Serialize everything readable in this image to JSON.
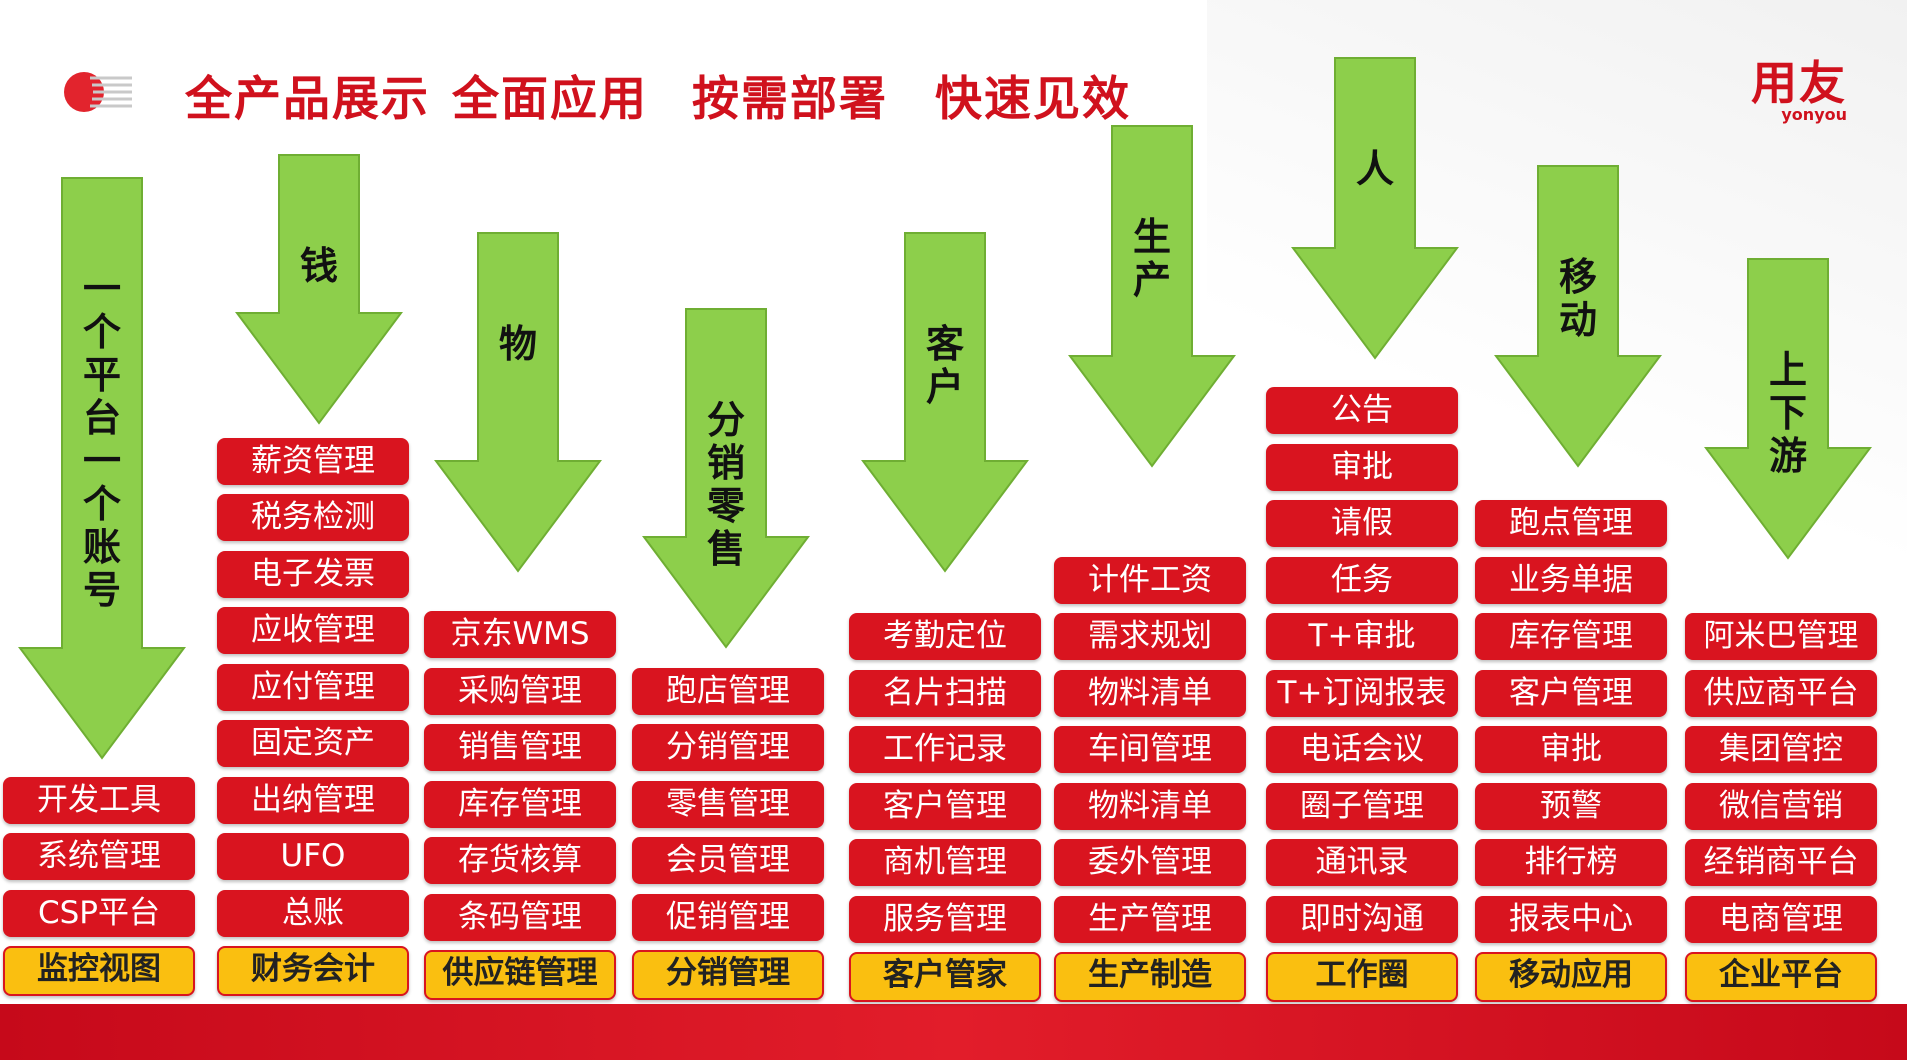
{
  "header": {
    "headline": [
      "全产品展示",
      "全面应用",
      "按需部署",
      "快速见效"
    ],
    "brand_name": "用友",
    "brand_sub": "yonyou"
  },
  "colors": {
    "red": "#d9141f",
    "gold": "#fabf10",
    "arrow_green": "#8dcf4b",
    "headline_red": "#d0111d"
  },
  "columns": [
    {
      "arrow_label": "一个平台一个账号",
      "items": [
        "开发工具",
        "系统管理",
        "CSP平台"
      ],
      "footer": "监控视图"
    },
    {
      "arrow_label": "钱",
      "items": [
        "薪资管理",
        "税务检测",
        "电子发票",
        "应收管理",
        "应付管理",
        "固定资产",
        "出纳管理",
        "UFO",
        "总账"
      ],
      "footer": "财务会计"
    },
    {
      "arrow_label": "物",
      "items": [
        "京东WMS",
        "采购管理",
        "销售管理",
        "库存管理",
        "存货核算",
        "条码管理"
      ],
      "footer": "供应链管理"
    },
    {
      "arrow_label": "分销零售",
      "items": [
        "跑店管理",
        "分销管理",
        "零售管理",
        "会员管理",
        "促销管理"
      ],
      "footer": "分销管理"
    },
    {
      "arrow_label": "客户",
      "items": [
        "考勤定位",
        "名片扫描",
        "工作记录",
        "客户管理",
        "商机管理",
        "服务管理"
      ],
      "footer": "客户管家"
    },
    {
      "arrow_label": "生产",
      "items": [
        "计件工资",
        "需求规划",
        "物料清单",
        "车间管理",
        "物料清单",
        "委外管理",
        "生产管理"
      ],
      "footer": "生产制造"
    },
    {
      "arrow_label": "人",
      "items": [
        "公告",
        "审批",
        "请假",
        "任务",
        "T+审批",
        "T+订阅报表",
        "电话会议",
        "圈子管理",
        "通讯录",
        "即时沟通"
      ],
      "footer": "工作圈"
    },
    {
      "arrow_label": "移动",
      "items": [
        "跑点管理",
        "业务单据",
        "库存管理",
        "客户管理",
        "审批",
        "预警",
        "排行榜",
        "报表中心"
      ],
      "footer": "移动应用"
    },
    {
      "arrow_label": "上下游",
      "items": [
        "阿米巴管理",
        "供应商平台",
        "集团管控",
        "微信营销",
        "经销商平台",
        "电商管理"
      ],
      "footer": "企业平台"
    }
  ]
}
